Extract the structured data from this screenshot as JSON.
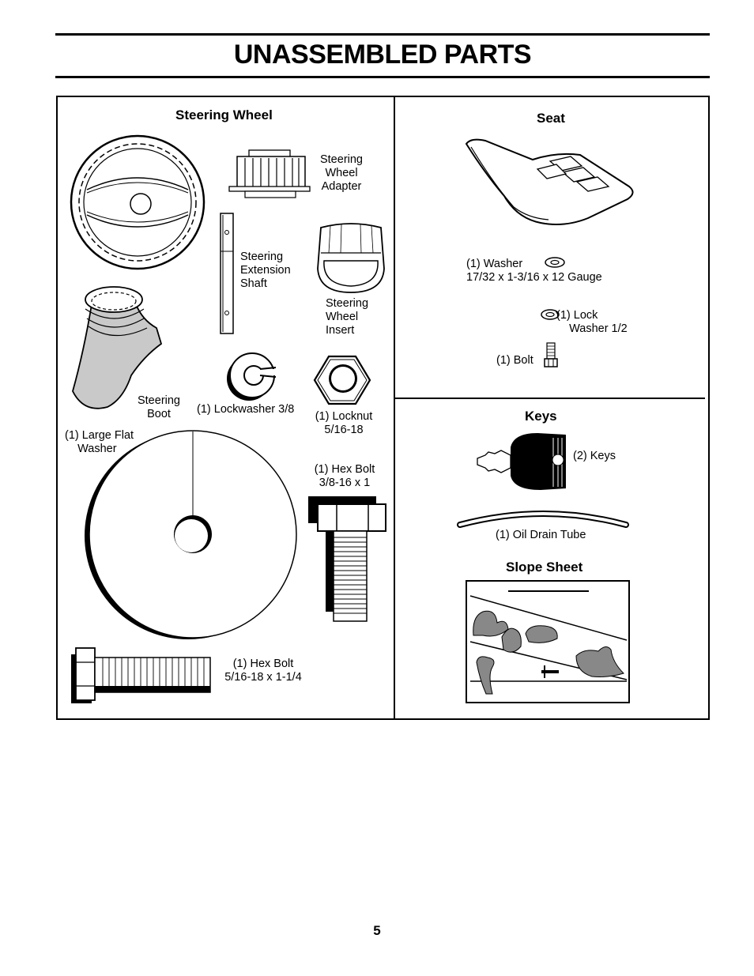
{
  "page": {
    "title": "UNASSEMBLED PARTS",
    "page_number": "5"
  },
  "left_panel": {
    "heading": "Steering Wheel",
    "labels": {
      "adapter": "Steering\nWheel\nAdapter",
      "extension_shaft": "Steering\nExtension\nShaft",
      "insert": "Steering\nWheel\nInsert",
      "boot": "Steering\nBoot",
      "lockwasher": "(1) Lockwasher 3/8",
      "locknut": "(1) Locknut\n5/16-18",
      "large_flat_washer": "(1) Large Flat\n    Washer",
      "hex_bolt_large": "(1) Hex Bolt\n3/8-16 x 1",
      "hex_bolt_small": "(1) Hex Bolt\n5/16-18 x 1-1/4"
    }
  },
  "right_top_panel": {
    "heading": "Seat",
    "labels": {
      "washer": "(1) Washer\n17/32 x 1-3/16 x 12 Gauge",
      "lock_washer": "(1) Lock\n    Washer 1/2",
      "bolt": "(1) Bolt"
    }
  },
  "right_bottom_panel": {
    "heading": "Keys",
    "labels": {
      "keys": "(2) Keys",
      "oil_drain_tube": "(1) Oil Drain Tube"
    },
    "slope_heading": "Slope Sheet"
  },
  "icons": [
    "steering-wheel-icon",
    "steering-wheel-adapter-icon",
    "extension-shaft-icon",
    "steering-wheel-insert-icon",
    "steering-boot-icon",
    "lockwasher-icon",
    "locknut-icon",
    "large-flat-washer-icon",
    "hex-bolt-icon",
    "seat-icon",
    "washer-icon",
    "lock-washer-icon",
    "bolt-icon",
    "key-icon",
    "oil-drain-tube-icon",
    "slope-sheet-icon"
  ]
}
